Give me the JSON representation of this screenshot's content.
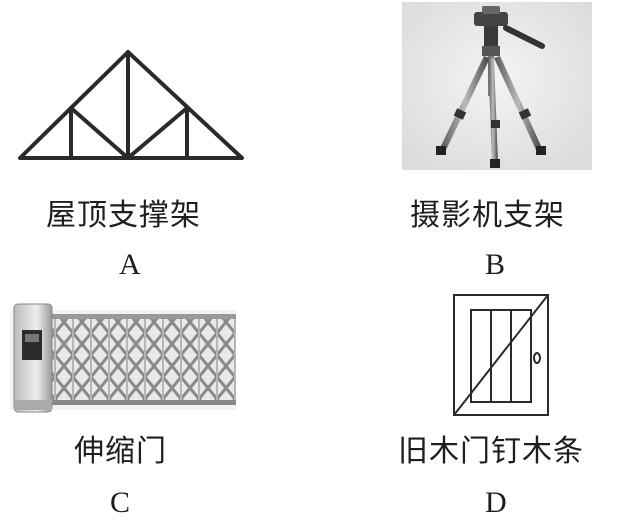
{
  "options": [
    {
      "letter": "A",
      "caption": "屋顶支撑架",
      "image": "roof-truss"
    },
    {
      "letter": "B",
      "caption": "摄影机支架",
      "image": "camera-tripod"
    },
    {
      "letter": "C",
      "caption": "伸缩门",
      "image": "retractable-gate"
    },
    {
      "letter": "D",
      "caption": "旧木门钉木条",
      "image": "old-wooden-door-with-diagonal-board"
    }
  ],
  "colors": {
    "ink": "#2a2a2a",
    "background": "#ffffff"
  }
}
